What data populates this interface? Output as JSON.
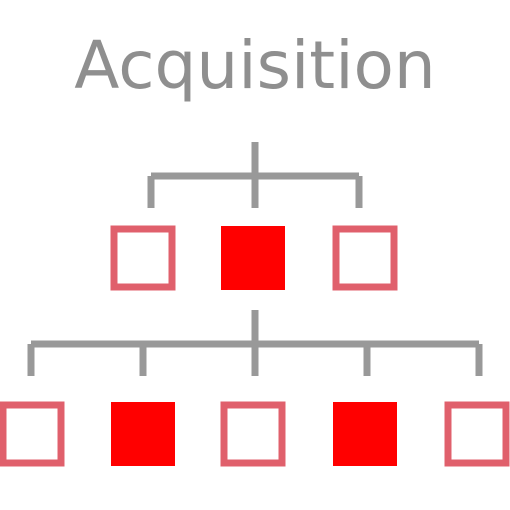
{
  "title": "Acquisition",
  "colors": {
    "connector": "#999999",
    "filled": "#ff0000",
    "outline": "#e0606c",
    "title": "#8f8f8f"
  },
  "hierarchy": [
    {
      "level": 1,
      "boxes": [
        {
          "filled": false
        },
        {
          "filled": true
        },
        {
          "filled": false
        }
      ]
    },
    {
      "level": 2,
      "boxes": [
        {
          "filled": false
        },
        {
          "filled": true
        },
        {
          "filled": false
        },
        {
          "filled": true
        },
        {
          "filled": false
        }
      ]
    }
  ]
}
